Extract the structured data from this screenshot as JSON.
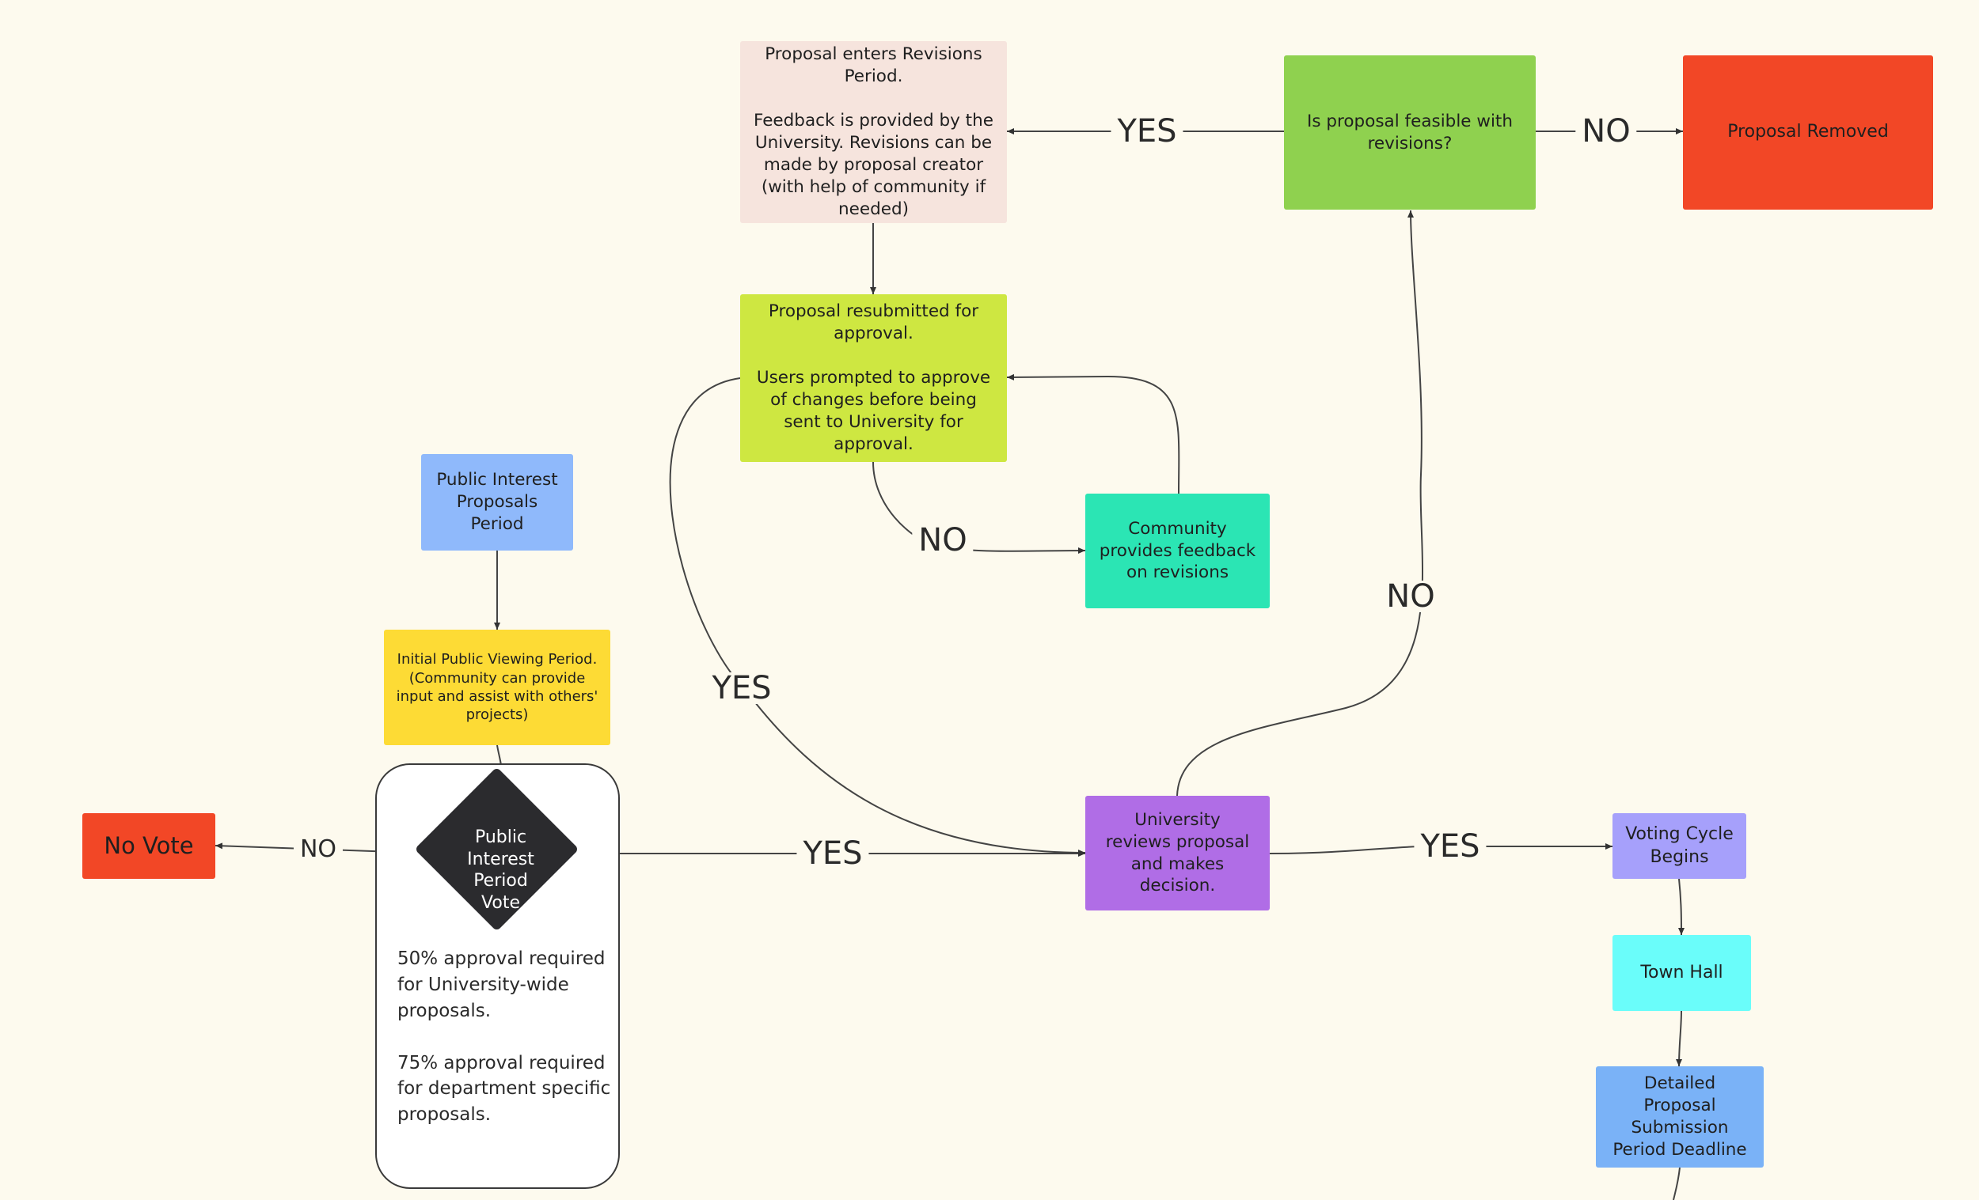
{
  "colors": {
    "background": "#fdfaee",
    "revisions_period": "#f6e4dd",
    "feasible_question": "#8fd14f",
    "proposal_removed": "#f24726",
    "resubmitted": "#cee741",
    "community_feedback": "#2be5b4",
    "public_interest_period": "#8fb9fb",
    "initial_viewing": "#fddb35",
    "no_vote": "#f24726",
    "vote_diamond": "#2b2b2e",
    "university_reviews": "#b06de6",
    "voting_cycle": "#a6a0fb",
    "town_hall": "#6afdfa",
    "detailed_deadline": "#7ab2f7"
  },
  "nodes": {
    "revisions_period": "Proposal enters Revisions Period.\n\nFeedback is provided by the University. Revisions can be made by proposal creator (with help of community if needed)",
    "feasible_question": "Is proposal feasible with revisions?",
    "proposal_removed": "Proposal Removed",
    "resubmitted": "Proposal resubmitted for approval.\n\nUsers prompted to approve of changes before being sent to University for approval.",
    "community_feedback": "Community provides feedback on revisions",
    "public_interest_period": "Public Interest Proposals Period",
    "initial_viewing": "Initial Public Viewing Period. (Community can provide input and assist with others' projects)",
    "no_vote": "No Vote",
    "vote": "Public\nInterest\nPeriod\nVote",
    "criteria": "50% approval required for University-wide proposals.\n\n75% approval required for department specific proposals.",
    "university_reviews": "University reviews proposal and makes decision.",
    "voting_cycle": "Voting Cycle Begins",
    "town_hall": "Town Hall",
    "detailed_deadline": "Detailed Proposal Submission Period Deadline"
  },
  "edge_labels": {
    "feasible_yes": "YES",
    "feasible_no": "NO",
    "resubmit_no": "NO",
    "resubmit_yes": "YES",
    "review_no": "NO",
    "vote_no": "NO",
    "vote_yes": "YES",
    "review_yes": "YES"
  }
}
